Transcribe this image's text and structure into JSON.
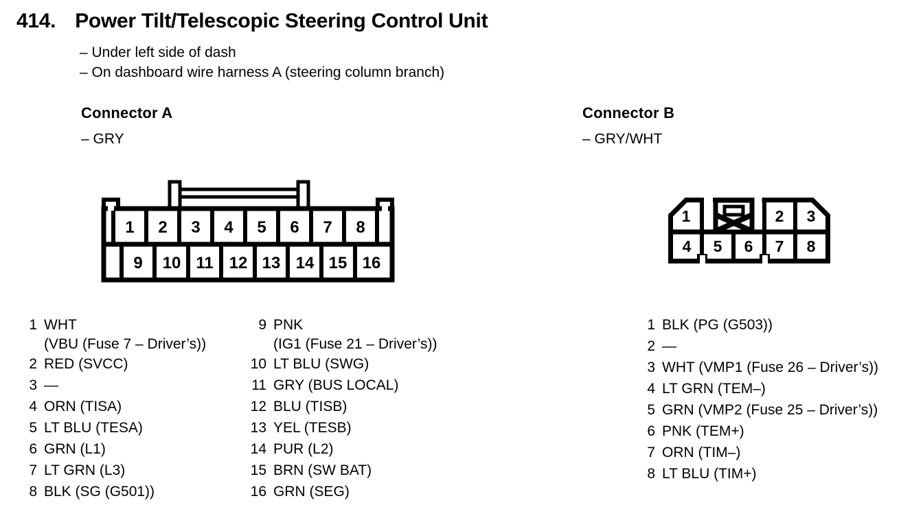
{
  "header": {
    "number": "414.",
    "title": "Power Tilt/Telescopic Steering Control Unit",
    "bullets": [
      "– Under left side of dash",
      "– On dashboard wire harness A (steering column branch)"
    ]
  },
  "connector_a": {
    "title": "Connector A",
    "color_note": "– GRY",
    "diagram": {
      "top_pins": [
        "1",
        "2",
        "3",
        "4",
        "5",
        "6",
        "7",
        "8"
      ],
      "bottom_pins": [
        "9",
        "10",
        "11",
        "12",
        "13",
        "14",
        "15",
        "16"
      ]
    },
    "pins_left": [
      {
        "num": "1",
        "text": "WHT",
        "text2": "(VBU (Fuse 7 – Driver’s))"
      },
      {
        "num": "2",
        "text": "RED (SVCC)"
      },
      {
        "num": "3",
        "text": "—"
      },
      {
        "num": "4",
        "text": "ORN (TISA)"
      },
      {
        "num": "5",
        "text": "LT BLU (TESA)"
      },
      {
        "num": "6",
        "text": "GRN (L1)"
      },
      {
        "num": "7",
        "text": "LT GRN (L3)"
      },
      {
        "num": "8",
        "text": "BLK (SG (G501))"
      }
    ],
    "pins_right": [
      {
        "num": "9",
        "text": "PNK",
        "text2": "(IG1 (Fuse 21 – Driver’s))"
      },
      {
        "num": "10",
        "text": "LT BLU (SWG)"
      },
      {
        "num": "11",
        "text": "GRY (BUS LOCAL)"
      },
      {
        "num": "12",
        "text": "BLU (TISB)"
      },
      {
        "num": "13",
        "text": "YEL (TESB)"
      },
      {
        "num": "14",
        "text": "PUR (L2)"
      },
      {
        "num": "15",
        "text": "BRN (SW BAT)"
      },
      {
        "num": "16",
        "text": "GRN (SEG)"
      }
    ]
  },
  "connector_b": {
    "title": "Connector B",
    "color_note": "– GRY/WHT",
    "diagram": {
      "top_pins": [
        "1",
        "2",
        "3"
      ],
      "bottom_pins": [
        "4",
        "5",
        "6",
        "7",
        "8"
      ]
    },
    "pins": [
      {
        "num": "1",
        "text": "BLK (PG (G503))"
      },
      {
        "num": "2",
        "text": "—"
      },
      {
        "num": "3",
        "text": "WHT (VMP1 (Fuse 26 – Driver’s))"
      },
      {
        "num": "4",
        "text": "LT GRN (TEM–)"
      },
      {
        "num": "5",
        "text": "GRN (VMP2 (Fuse 25 – Driver’s))"
      },
      {
        "num": "6",
        "text": "PNK (TEM+)"
      },
      {
        "num": "7",
        "text": "ORN (TIM–)"
      },
      {
        "num": "8",
        "text": "LT BLU (TIM+)"
      }
    ]
  },
  "colors": {
    "ink": "#000000",
    "paper": "#ffffff"
  }
}
